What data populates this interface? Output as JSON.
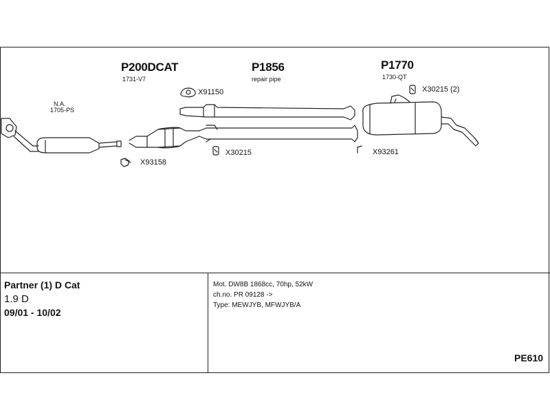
{
  "components": {
    "front_pipe": {
      "label": "N.A.",
      "sub": "1705-PS"
    },
    "catalyst": {
      "code": "P200DCAT",
      "sub": "1731-V7"
    },
    "middle_pipe": {
      "code": "P1856",
      "sub": "repair pipe"
    },
    "rear_silencer": {
      "code": "P1770",
      "sub": "1730-QT"
    }
  },
  "parts": {
    "x93158": "X93158",
    "x91150": "X91150",
    "x30215_mid": "X30215",
    "x30215_rear": "X30215 (2)",
    "x93261": "X93261"
  },
  "vehicle": {
    "model": "Partner (1) D Cat",
    "engine": "1.9 D",
    "years": "09/01 - 10/02"
  },
  "specs": {
    "line1": "Mot. DW8B 1868cc, 70hp, 52kW",
    "line2": "ch.no. PR 09128 ->",
    "line3": "Type: MEWJYB, MFWJYB/A"
  },
  "reference": "PE610"
}
